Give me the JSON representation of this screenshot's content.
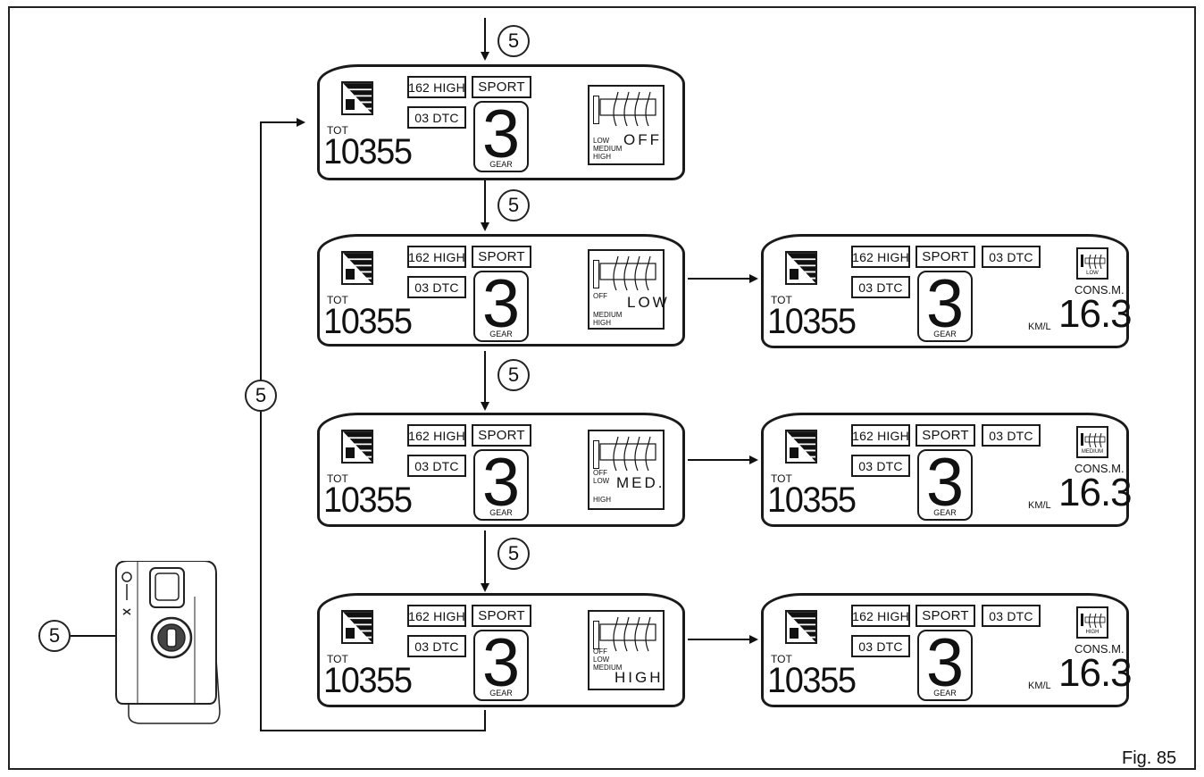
{
  "figure_label": "Fig. 85",
  "step_number": "5",
  "dashboard": {
    "speed_label": "162 HIGH",
    "mode_label": "SPORT",
    "dtc_label": "03 DTC",
    "odo_label": "TOT",
    "odo_value": "10355",
    "gear_value": "3",
    "gear_label": "GEAR",
    "cons_label": "CONS.M.",
    "cons_unit": "KM/L",
    "cons_value": "16.3"
  },
  "traction_screens": [
    {
      "mode": "OFF",
      "levels": [
        "LOW",
        "MEDIUM",
        "HIGH"
      ]
    },
    {
      "mode": "LOW",
      "levels": [
        "OFF",
        "MEDIUM",
        "HIGH"
      ],
      "small_level": "LOW"
    },
    {
      "mode": "MED.",
      "levels": [
        "OFF",
        "LOW",
        "HIGH"
      ],
      "small_level": "MEDIUM"
    },
    {
      "mode": "HIGH",
      "levels": [
        "OFF",
        "LOW",
        "MEDIUM"
      ],
      "small_level": "HIGH"
    }
  ]
}
